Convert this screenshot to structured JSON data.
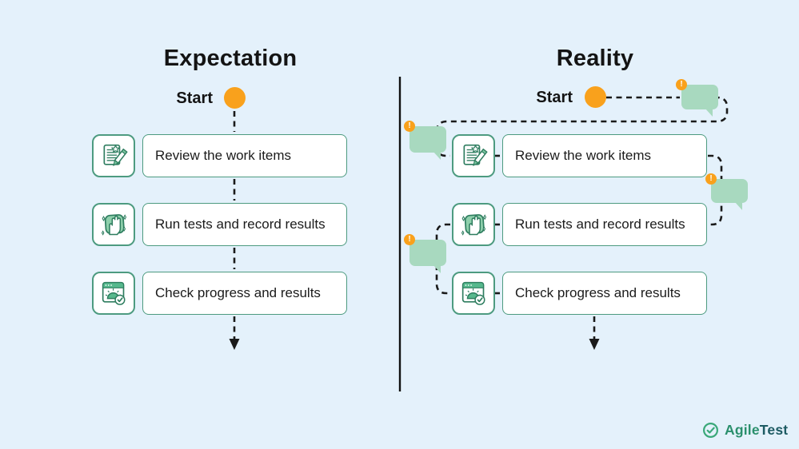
{
  "expectation": {
    "title": "Expectation",
    "start_label": "Start",
    "steps": [
      {
        "label": "Review the work items",
        "icon": "document-edit-icon"
      },
      {
        "label": "Run tests and record results",
        "icon": "hand-sparkle-icon"
      },
      {
        "label": "Check progress and results",
        "icon": "dashboard-check-icon"
      }
    ]
  },
  "reality": {
    "title": "Reality",
    "start_label": "Start",
    "badge_symbol": "!",
    "steps": [
      {
        "label": "Review the work items",
        "icon": "document-edit-icon"
      },
      {
        "label": "Run tests and record results",
        "icon": "hand-sparkle-icon"
      },
      {
        "label": "Check progress and results",
        "icon": "dashboard-check-icon"
      }
    ]
  },
  "logo": {
    "brand_part1": "Agile",
    "brand_part2": "Test",
    "icon": "check-circle-icon"
  },
  "colors": {
    "background": "#e4f1fb",
    "box_border": "#4d9b80",
    "bubble_green": "#a8d9bf",
    "accent_orange": "#f9a11c",
    "flow_line": "#1a1a1a",
    "logo_green": "#2a8f6c",
    "logo_dark_teal": "#1d5b63"
  }
}
